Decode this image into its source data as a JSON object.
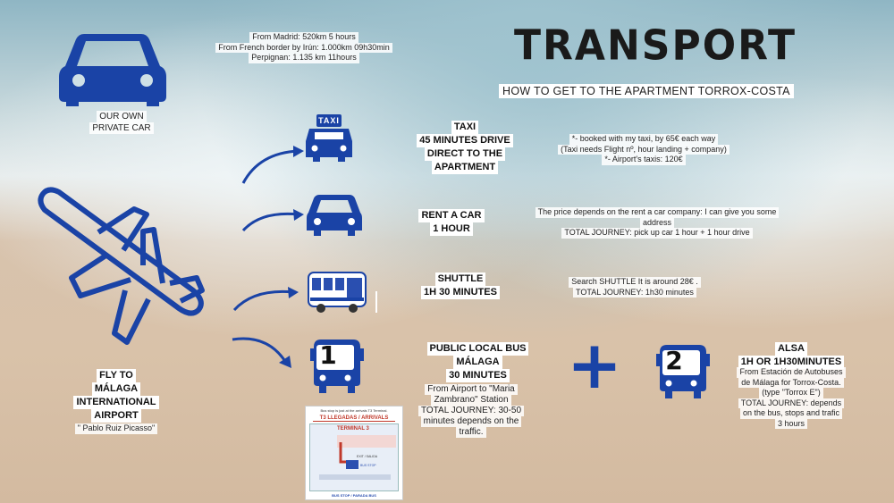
{
  "header": {
    "title": "TRANSPORT",
    "subtitle": "HOW TO GET TO THE APARTMENT TORROX-COSTA"
  },
  "car": {
    "label_lines": [
      "OUR OWN",
      "PRIVATE CAR"
    ],
    "distances": [
      "From Madrid: 520km 5 hours",
      "From French border by Irún: 1.000km  09h30min",
      "Perpignan: 1.135 km      11hours"
    ]
  },
  "plane": {
    "label_lines": [
      "FLY TO",
      "MÁLAGA",
      "INTERNATIONAL",
      "AIRPORT"
    ],
    "airport_name": "\" Pablo Ruiz Picasso\""
  },
  "options": {
    "taxi": {
      "sign": "TAXI",
      "title_lines": [
        "TAXI",
        "45 MINUTES DRIVE",
        "DIRECT TO THE",
        "APARTMENT"
      ],
      "notes": [
        "*-  booked with my taxi, by 65€ each way",
        "(Taxi needs Flight nº, hour landing + company)",
        "*- Airport's taxis: 120€"
      ]
    },
    "rent": {
      "title_lines": [
        "RENT A CAR",
        "1 HOUR"
      ],
      "notes": [
        "The price depends on the rent a car company: I can give you some",
        "address",
        "TOTAL JOURNEY:  pick up car 1 hour + 1 hour drive"
      ]
    },
    "shuttle": {
      "title_lines": [
        "SHUTTLE",
        "1H 30 MINUTES"
      ],
      "notes": [
        "Search SHUTTLE It is around 28€ .",
        "TOTAL JOURNEY: 1h30 minutes"
      ]
    },
    "bus1": {
      "number": "1",
      "title_lines": [
        "PUBLIC LOCAL BUS",
        "MÁLAGA",
        "30 MINUTES"
      ],
      "notes": [
        "From Airport to \"Maria",
        "Zambrano\" Station",
        "TOTAL JOURNEY: 30-50",
        "minutes depends on the",
        "traffic."
      ]
    },
    "plus": "+",
    "bus2": {
      "number": "2",
      "title_lines": [
        "ALSA",
        "1H OR 1H30MINUTES"
      ],
      "notes": [
        "From Estación de Autobuses",
        "de Málaga for Torrox-Costa.",
        "(type \"Torrox E\")",
        "TOTAL JOURNEY: depends",
        "on the bus, stops and trafic",
        "3 hours"
      ]
    }
  },
  "terminal_map": {
    "caption": "Bus stop is just at the arrivals T3 Terminal.",
    "heading": "T3 LLEGADAS / ARRIVALS",
    "terminal": "TERMINAL 3",
    "exit": "EXIT / SALIDA",
    "busstop_small": "BUS STOP",
    "footer": "BUS STOP / PARADA BUS"
  },
  "colors": {
    "icon": "#1a43a6",
    "map_red": "#c0392b",
    "map_blue": "#2a4fb0"
  }
}
